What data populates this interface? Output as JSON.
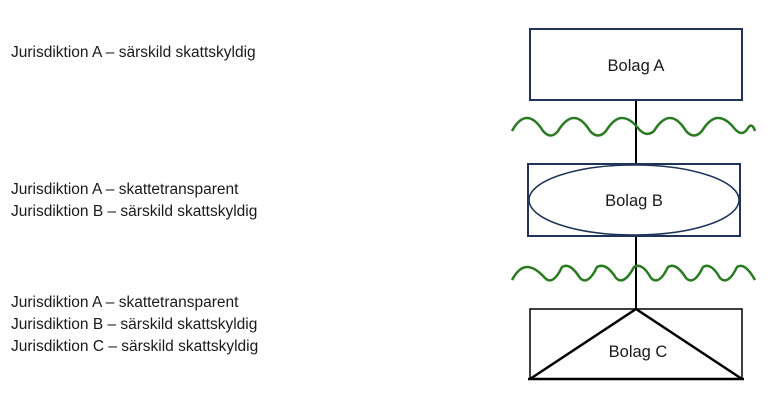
{
  "labels": {
    "a": [
      "Jurisdiktion A – särskild skattskyldig"
    ],
    "b": [
      "Jurisdiktion A – skattetransparent",
      "Jurisdiktion B – särskild skattskyldig"
    ],
    "c": [
      "Jurisdiktion A – skattetransparent",
      "Jurisdiktion B – särskild skattskyldig",
      "Jurisdiktion C – särskild skattskyldig"
    ]
  },
  "nodes": {
    "a": {
      "label": "Bolag A",
      "shape": "rectangle"
    },
    "b": {
      "label": "Bolag B",
      "shape": "rectangle-with-ellipse"
    },
    "c": {
      "label": "Bolag C",
      "shape": "rectangle-with-triangle"
    }
  },
  "colors": {
    "box_border": "#1f3458",
    "wave": "#2a7a22",
    "line": "#000000"
  }
}
